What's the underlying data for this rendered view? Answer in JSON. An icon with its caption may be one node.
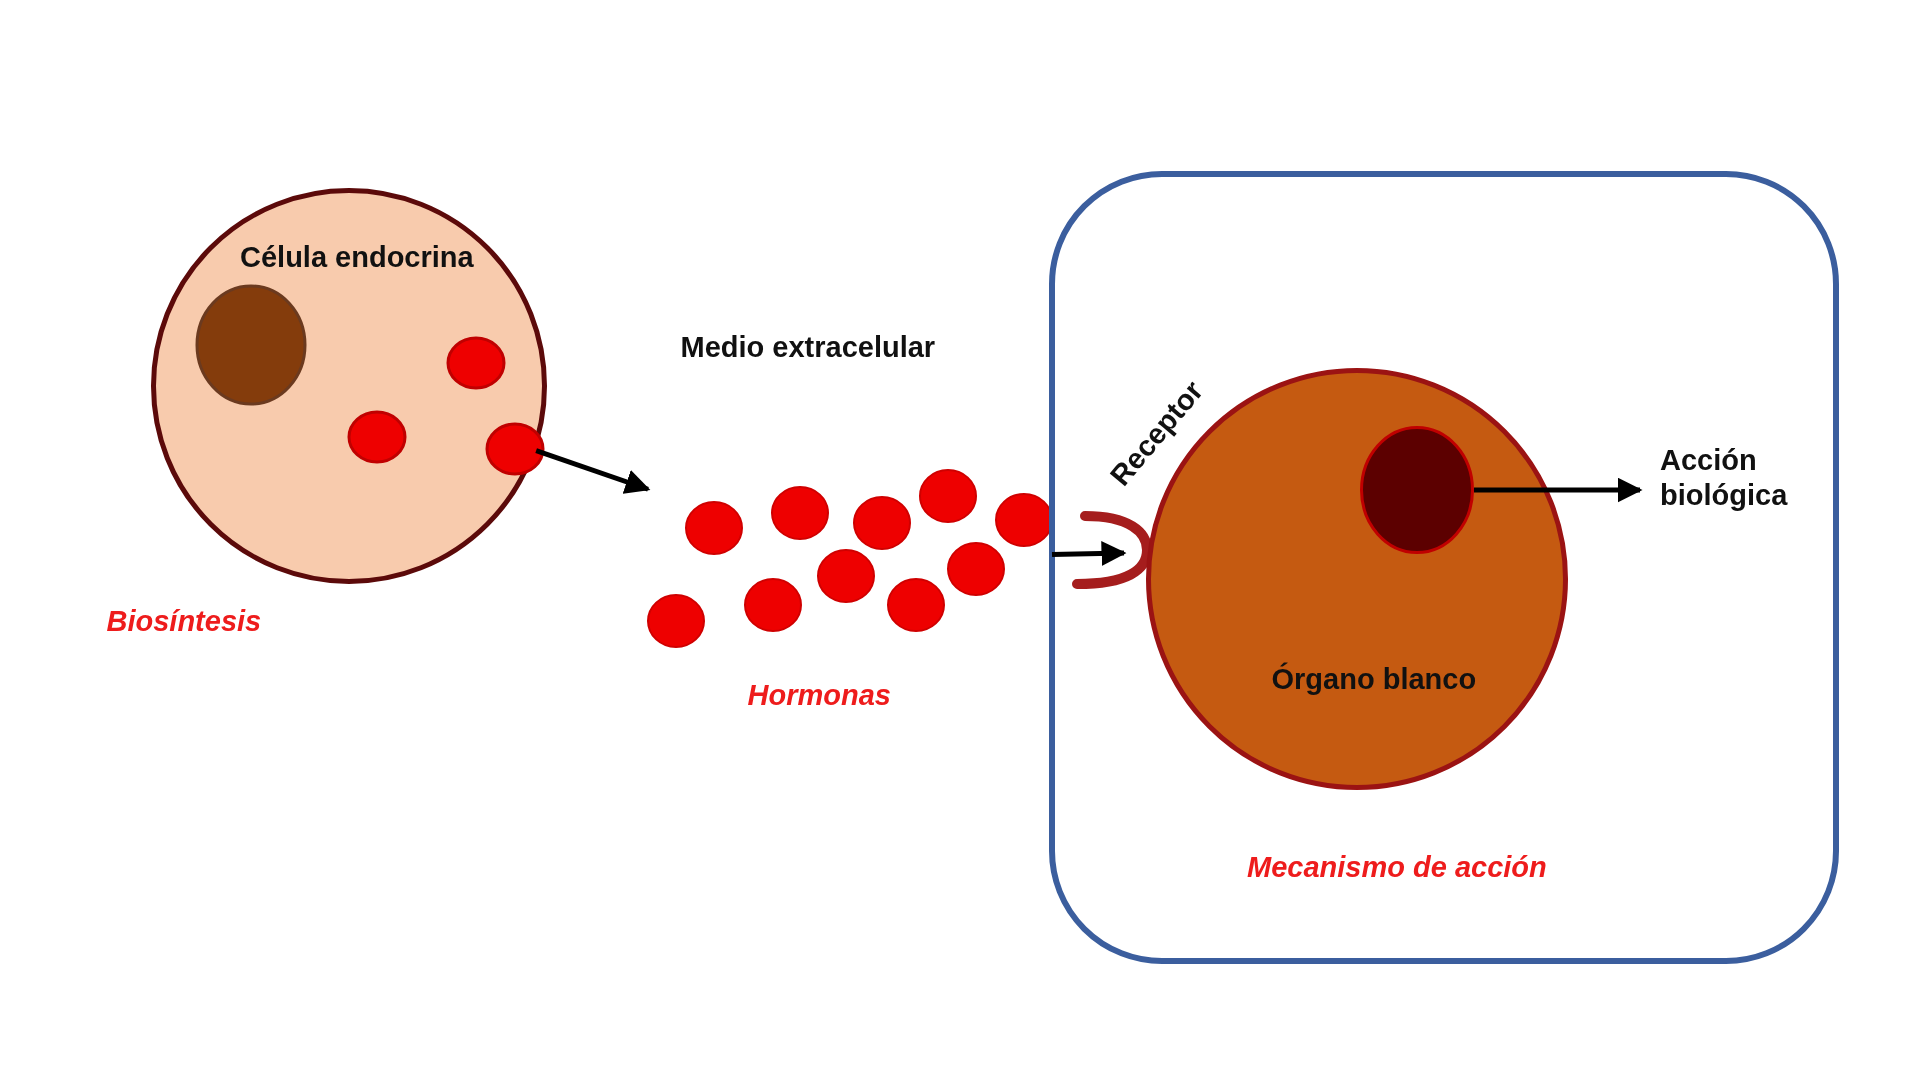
{
  "diagram": {
    "nodes": [
      {
        "text": [
          "Célula endocrina"
        ],
        "beside": [
          "Biosíntesis"
        ]
      },
      {
        "text": [],
        "shape": "circle",
        "beside": [
          "Hormonas"
        ]
      },
      {
        "text": [
          "Mecanismo de acción"
        ]
      },
      {
        "text": [
          "Receptor"
        ],
        "in": 2
      },
      {
        "text": [
          "Órgano blanco"
        ],
        "in": 2
      },
      {
        "text": [],
        "shape": "circle",
        "in": 4
      },
      {
        "text": [
          "Acción biológica"
        ],
        "in": 2
      }
    ],
    "edges": [
      {
        "from": 0,
        "to": 1,
        "arrow": "to"
      },
      {
        "from": 1,
        "to": 3,
        "arrow": "to"
      },
      {
        "from": 5,
        "to": 6,
        "arrow": "to"
      }
    ],
    "labels": [
      "Medio extracelular"
    ]
  }
}
